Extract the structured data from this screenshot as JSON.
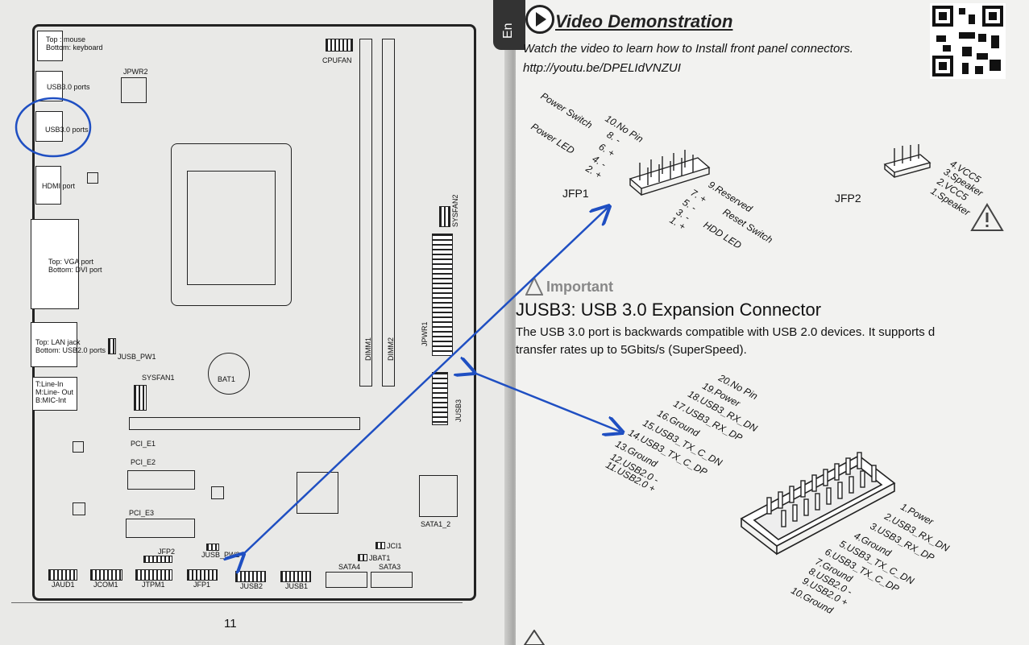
{
  "left_page": {
    "page_number": "11",
    "labels": {
      "usb_kbd": "Top : mouse\nBottom: keyboard",
      "usb30_1": "USB3.0 ports",
      "usb30_2": "USB3.0 ports",
      "hdmi": "HDMI port",
      "vga_dvi": "Top: VGA port\nBottom: DVI port",
      "lan_usb": "Top: LAN jack\nBottom: USB2.0 ports",
      "audio": "T:Line-In\nM:Line- Out\nB:MIC-Int",
      "jpwr2": "JPWR2",
      "cpufan": "CPUFAN",
      "sysfan2": "SYSFAN2",
      "jpwr1": "JPWR1",
      "dimm1": "DIMM1",
      "dimm2": "DIMM2",
      "jusb3": "JUSB3",
      "jusb_pw1": "JUSB_PW1",
      "sysfan1": "SYSFAN1",
      "bat1": "BAT1",
      "pci_e1": "PCI_E1",
      "pci_e2": "PCI_E2",
      "pci_e3": "PCI_E3",
      "sata1_2": "SATA1_2",
      "jfp2": "JFP2",
      "jusb_pw2": "JUSB_PW2",
      "jci1": "JCI1",
      "jbat1": "JBAT1",
      "jaud1": "JAUD1",
      "jcom1": "JCOM1",
      "jtpm1": "JTPM1",
      "jfp1": "JFP1",
      "jusb2": "JUSB2",
      "jusb1": "JUSB1",
      "sata4": "SATA4",
      "sata3": "SATA3"
    }
  },
  "right_page": {
    "tab_letter": "En",
    "video_title": "Video Demonstration",
    "video_text": "Watch the video to learn how to Install front panel connectors.",
    "video_url": "http://youtu.be/DPELIdVNZUI",
    "jfp1_label": "JFP1",
    "jfp2_label": "JFP2",
    "jfp1_pins_top": [
      "10.No Pin",
      "8. -",
      "6. +",
      "4. -",
      "2. +"
    ],
    "jfp1_groups_top": [
      "Power Switch",
      "Power LED"
    ],
    "jfp1_pins_bottom": [
      "9.Reserved",
      "7. +",
      "5. -",
      "3. -",
      "1. +"
    ],
    "jfp1_groups_bottom": [
      "Reset Switch",
      "HDD LED"
    ],
    "jfp2_pins": [
      "4.VCC5",
      "3.Speaker",
      "2.VCC5",
      "1.Speaker"
    ],
    "section_title": "JUSB3: USB 3.0 Expansion Connector",
    "section_text_1": "The USB 3.0 port is backwards compatible with USB 2.0 devices. It supports d",
    "section_text_2": "transfer rates up to 5Gbits/s (SuperSpeed).",
    "jusb3_pins_top": [
      "20.No Pin",
      "19.Power",
      "18.USB3_RX_DN",
      "17.USB3_RX_DP",
      "16.Ground",
      "15.USB3_TX_C_DN",
      "14.USB3_TX_C_DP",
      "13.Ground",
      "12.USB2.0 -",
      "11.USB2.0 +"
    ],
    "jusb3_pins_bottom": [
      "1.Power",
      "2.USB3_RX_DN",
      "3.USB3_RX_DP",
      "4.Ground",
      "5.USB3_TX_C_DN",
      "6.USB3_TX_C_DP",
      "7.Ground",
      "8.USB2.0 -",
      "9.USB2.0 +",
      "10.Ground"
    ],
    "faint_important": "Important"
  },
  "colors": {
    "annotation_blue": "#1f4fc2",
    "ink": "#111111",
    "tab_bg": "#333333"
  }
}
